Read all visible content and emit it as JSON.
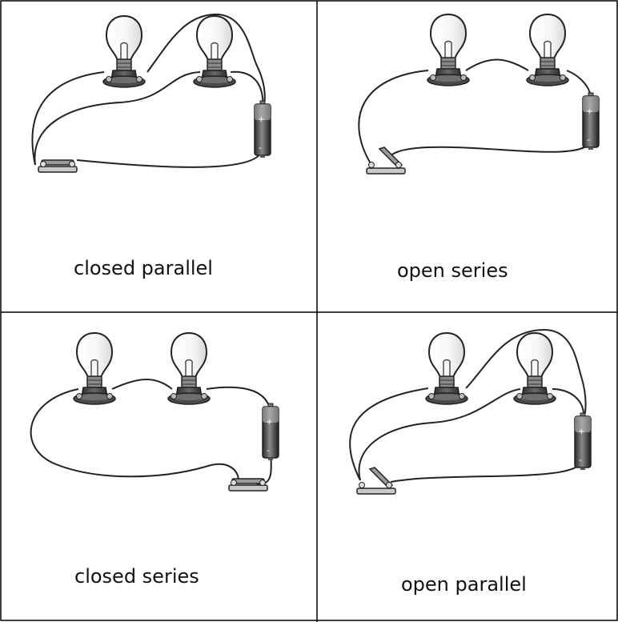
{
  "panels": [
    {
      "label": "closed parallel",
      "circuit": "parallel",
      "switch": "closed"
    },
    {
      "label": "open series",
      "circuit": "series",
      "switch": "open"
    },
    {
      "label": "closed series",
      "circuit": "series",
      "switch": "closed"
    },
    {
      "label": "open parallel",
      "circuit": "parallel",
      "switch": "open"
    }
  ],
  "icons": [
    "light-bulb-icon",
    "battery-icon",
    "switch-icon"
  ],
  "battery_terminals": {
    "positive": "+",
    "negative": "-"
  }
}
